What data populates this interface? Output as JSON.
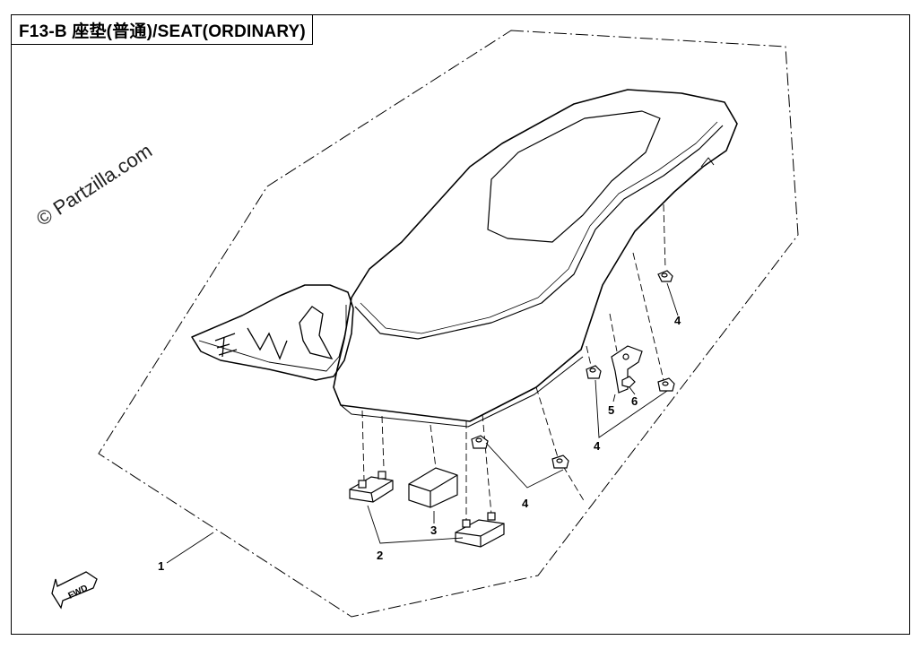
{
  "diagram": {
    "title": "F13-B  座垫(普通)/SEAT(ORDINARY)",
    "watermark": "© Partzilla.com",
    "fwd_label": "FWD",
    "callouts": {
      "c1": "1",
      "c2": "2",
      "c3": "3",
      "c4a": "4",
      "c4b": "4",
      "c4c": "4",
      "c5": "5",
      "c6": "6"
    }
  }
}
